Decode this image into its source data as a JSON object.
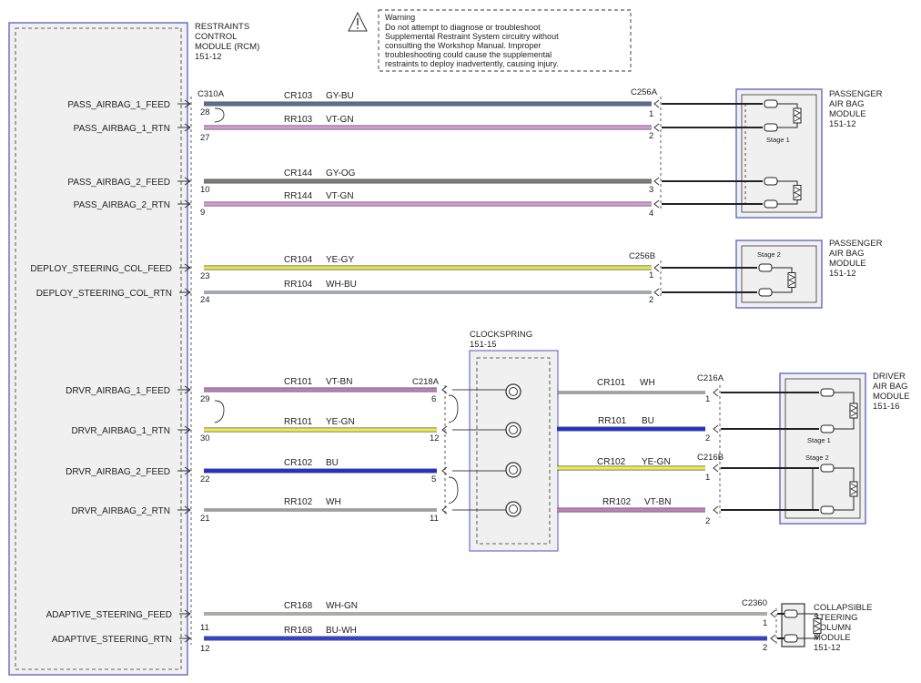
{
  "colors": {
    "GY-BU": "#5a6f96",
    "VT-GN": "#d79ad8",
    "GY-OG": "#7e7a75",
    "YE-GY": "#e8e84a",
    "WH-BU": "#b9c0dd",
    "VT-BN": "#c07fb8",
    "YE-GN": "#eded4d",
    "BU": "#1f2fd6",
    "WH": "#b8b8b8",
    "WH-GN": "#b9d2b9",
    "BU-WH": "#2f40d8",
    "module_border": "#6b72c8",
    "module_fill": "#f0f0f0"
  },
  "warning": {
    "title": "Warning",
    "lines": [
      "Do not attempt to diagnose or troubleshoot",
      "Supplemental Restraint System circuitry without",
      "consulting the Workshop Manual. Improper",
      "troubleshooting could cause the supplemental",
      "restraints to deploy inadvertently, causing injury."
    ]
  },
  "rcm": {
    "lines": [
      "RESTRAINTS",
      "CONTROL",
      "MODULE (RCM)",
      "151-12"
    ],
    "connector": "C310A"
  },
  "rcm_circuits": [
    {
      "label": "PASS_AIRBAG_1_FEED",
      "pin": "28"
    },
    {
      "label": "PASS_AIRBAG_1_RTN",
      "pin": "27"
    },
    {
      "label": "PASS_AIRBAG_2_FEED",
      "pin": "10"
    },
    {
      "label": "PASS_AIRBAG_2_RTN",
      "pin": "9"
    },
    {
      "label": "DEPLOY_STEERING_COL_FEED",
      "pin": "23"
    },
    {
      "label": "DEPLOY_STEERING_COL_RTN",
      "pin": "24"
    },
    {
      "label": "DRVR_AIRBAG_1_FEED",
      "pin": "29"
    },
    {
      "label": "DRVR_AIRBAG_1_RTN",
      "pin": "30"
    },
    {
      "label": "DRVR_AIRBAG_2_FEED",
      "pin": "22"
    },
    {
      "label": "DRVR_AIRBAG_2_RTN",
      "pin": "21"
    },
    {
      "label": "ADAPTIVE_STEERING_FEED",
      "pin": "11"
    },
    {
      "label": "ADAPTIVE_STEERING_RTN",
      "pin": "12"
    }
  ],
  "left_wires": [
    {
      "circuit": "CR103",
      "color": "GY-BU"
    },
    {
      "circuit": "RR103",
      "color": "VT-GN"
    },
    {
      "circuit": "CR144",
      "color": "GY-OG"
    },
    {
      "circuit": "RR144",
      "color": "VT-GN"
    },
    {
      "circuit": "CR104",
      "color": "YE-GY"
    },
    {
      "circuit": "RR104",
      "color": "WH-BU"
    },
    {
      "circuit": "CR101",
      "color": "VT-BN"
    },
    {
      "circuit": "RR101",
      "color": "YE-GN"
    },
    {
      "circuit": "CR102",
      "color": "BU"
    },
    {
      "circuit": "RR102",
      "color": "WH"
    },
    {
      "circuit": "CR168",
      "color": "WH-GN"
    },
    {
      "circuit": "RR168",
      "color": "BU-WH"
    }
  ],
  "connectors": {
    "c256a": {
      "name": "C256A",
      "pins": [
        "1",
        "2",
        "3",
        "4"
      ]
    },
    "c256b": {
      "name": "C256B",
      "pins": [
        "1",
        "2"
      ]
    },
    "c218a": {
      "name": "C218A",
      "pins": [
        "6",
        "12",
        "5",
        "11"
      ]
    },
    "c216a": {
      "name": "C216A",
      "pins": [
        "1",
        "2"
      ]
    },
    "c216b": {
      "name": "C216B",
      "pins": [
        "1",
        "2"
      ]
    },
    "c2360": {
      "name": "C2360",
      "pins": [
        "1",
        "2"
      ]
    }
  },
  "clockspring": {
    "lines": [
      "CLOCKSPRING",
      "151-15"
    ]
  },
  "right_wires": [
    {
      "circuit": "CR101",
      "color": "WH"
    },
    {
      "circuit": "RR101",
      "color": "BU"
    },
    {
      "circuit": "CR102",
      "color": "YE-GN"
    },
    {
      "circuit": "RR102",
      "color": "VT-BN"
    }
  ],
  "modules": {
    "pass_stage1": {
      "lines": [
        "PASSENGER",
        "AIR BAG",
        "MODULE",
        "151-12"
      ],
      "stage": "Stage 1"
    },
    "pass_stage2": {
      "lines": [
        "PASSENGER",
        "AIR BAG",
        "MODULE",
        "151-12"
      ],
      "stage": "Stage 2"
    },
    "driver": {
      "lines": [
        "DRIVER",
        "AIR BAG",
        "MODULE",
        "151-16"
      ],
      "stage1": "Stage 1",
      "stage2": "Stage 2"
    },
    "column": {
      "lines": [
        "COLLAPSIBLE",
        "STEERING",
        "COLUMN",
        "MODULE",
        "151-12"
      ]
    }
  }
}
